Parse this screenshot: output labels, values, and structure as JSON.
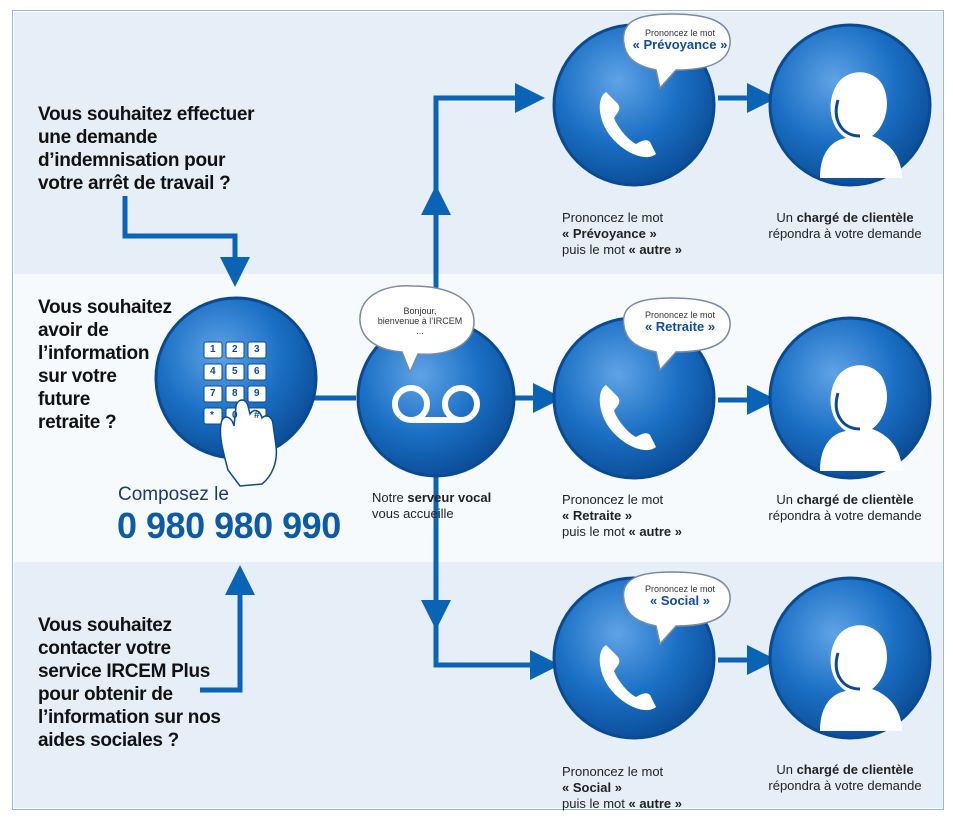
{
  "colors": {
    "primary_blue": "#0b63b5",
    "band_light": "#e3ecf7",
    "band_white": "#f6f9fd",
    "text_dark": "#111111"
  },
  "questions": [
    {
      "text_lines": [
        "Vous souhaitez effectuer",
        "une demande",
        "d’indemnisation pour",
        "votre arrêt de travail ?"
      ]
    },
    {
      "text_lines": [
        "Vous souhaitez",
        "avoir de",
        "l’information",
        "sur votre",
        "future",
        "retraite ?"
      ]
    },
    {
      "text_lines": [
        "Vous souhaitez",
        "contacter votre",
        "service IRCEM Plus",
        "pour obtenir de",
        "l’information sur nos",
        "aides sociales ?"
      ]
    }
  ],
  "dial": {
    "compose_label": "Composez le",
    "phone_number": "0 980 980 990",
    "keys": [
      "1",
      "2",
      "3",
      "4",
      "5",
      "6",
      "7",
      "8",
      "9",
      "*",
      "0",
      "#"
    ]
  },
  "server": {
    "bubble_line1": "Bonjour,",
    "bubble_line2": "bienvenue à l’IRCEM",
    "bubble_line3": "...",
    "caption_prefix": "Notre ",
    "caption_bold": "serveur vocal",
    "caption_line2": "vous accueille"
  },
  "branches": [
    {
      "bubble_small": "Prononcez le mot",
      "bubble_word": "« Prévoyance »",
      "cap_line1": "Prononcez le mot",
      "cap_line2_bold": "« Prévoyance »",
      "cap_line3_prefix": "puis le mot ",
      "cap_line3_bold": "« autre »",
      "agent_prefix": "Un ",
      "agent_bold": "chargé de clientèle",
      "agent_line2": "répondra à votre demande"
    },
    {
      "bubble_small": "Prononcez le mot",
      "bubble_word": "« Retraite »",
      "cap_line1": "Prononcez le mot",
      "cap_line2_bold": "« Retraite »",
      "cap_line3_prefix": "puis le mot ",
      "cap_line3_bold": "« autre »",
      "agent_prefix": "Un ",
      "agent_bold": "chargé de clientèle",
      "agent_line2": "répondra à votre demande"
    },
    {
      "bubble_small": "Prononcez le mot",
      "bubble_word": "« Social »",
      "cap_line1": "Prononcez le mot",
      "cap_line2_bold": "« Social »",
      "cap_line3_prefix": "puis le mot ",
      "cap_line3_bold": "« autre »",
      "agent_prefix": "Un ",
      "agent_bold": "chargé de clientèle",
      "agent_line2": "répondra à votre demande"
    }
  ]
}
